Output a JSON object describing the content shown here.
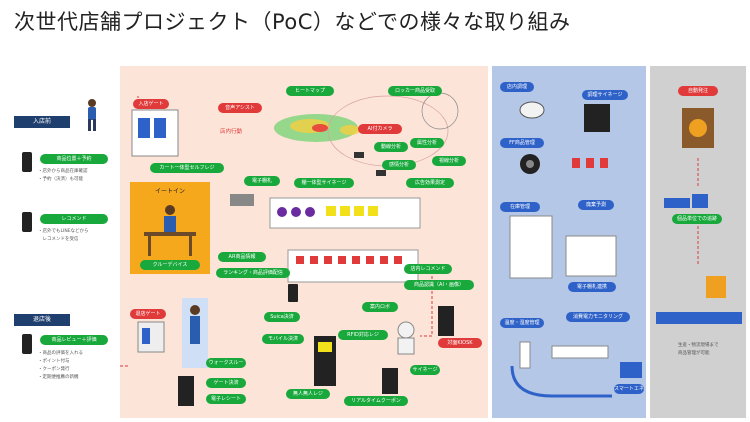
{
  "title": "次世代店舗プロジェクト（PoC）などでの様々な取り組み",
  "before_visit": {
    "header": "入店前",
    "pill1": "商品位置＋予約",
    "notes1": [
      "・店外から商品在庫確認",
      "・予約（決済）も可能"
    ],
    "pill2": "レコメンド",
    "notes2": [
      "・店外でもLINEなどから",
      "　レコメンドを受信"
    ]
  },
  "after_visit": {
    "header": "退店後",
    "pill": "商品レビュー＋評価",
    "notes": [
      "・商品の評価を入れる",
      "・ポイント付与",
      "・クーポン発行",
      "・定期便推薦の新機"
    ]
  },
  "store": {
    "entry_gate": "入店ゲート",
    "in_store_action": "店内行動",
    "voice_assist": "音声アシスト",
    "heatmap": "ヒートマップ",
    "locker": "ロッカー商品受取",
    "ai_camera": "AI付カメラ",
    "attr_analysis": "属性分析",
    "gaze_analysis": "動線分析",
    "emotion_analysis": "感情分析",
    "flow_analysis": "視線分析",
    "ad_effect": "広告効果測定",
    "cart_register": "カート一体型セルフレジ",
    "eat_in": "イートイン",
    "cloud_device": "クルーデバイス",
    "e_shelf": "電子棚札",
    "shelf_signage": "棚一体型サイネージ",
    "ar_info": "AR商品情報",
    "ranking": "ランキング・商品評価配信",
    "store_recommend": "店内レコメンド",
    "product_recog": "商品認識（AI・画像）",
    "exit_gate": "退店ゲート",
    "suica": "Suica決済",
    "rfid_register": "RFID対応レジ",
    "mobile_pay": "モバイル決済",
    "guide_robot": "案内ロボ",
    "face_kiosk": "対面KIOSK",
    "walk_through": "ウォークスルー",
    "gate_pay": "ゲート決済",
    "e_receipt": "電子レシート",
    "unmanned_register": "無人無人レジ",
    "signage": "サイネージ",
    "realtime_coupon": "リアルタイムクーポン"
  },
  "backyard": {
    "in_store_cooking": "店内調理",
    "cooking_signage": "調理サイネージ",
    "ff_management": "FF商品管理",
    "waste_forecast": "廃棄予測",
    "stock_management": "在庫管理",
    "e_shelf_stock": "電子棚札連携",
    "temp_humidity": "温度・湿度管理",
    "power_monitoring": "消費電力モニタリング",
    "smart_energy": "スマートエネルギー"
  },
  "supply_chain": {
    "auto_order": "自動発注",
    "item_logistics": "個品単位での追跡",
    "notes": [
      "生産・物流現場まで",
      "商品管理が可能"
    ]
  },
  "colors": {
    "accent_green": "#19a83c",
    "header_navy": "#1f3f6e",
    "store_bg": "#fce4d8",
    "backyard_bg": "#b4c7e7",
    "supply_bg": "#d0d0d0"
  }
}
